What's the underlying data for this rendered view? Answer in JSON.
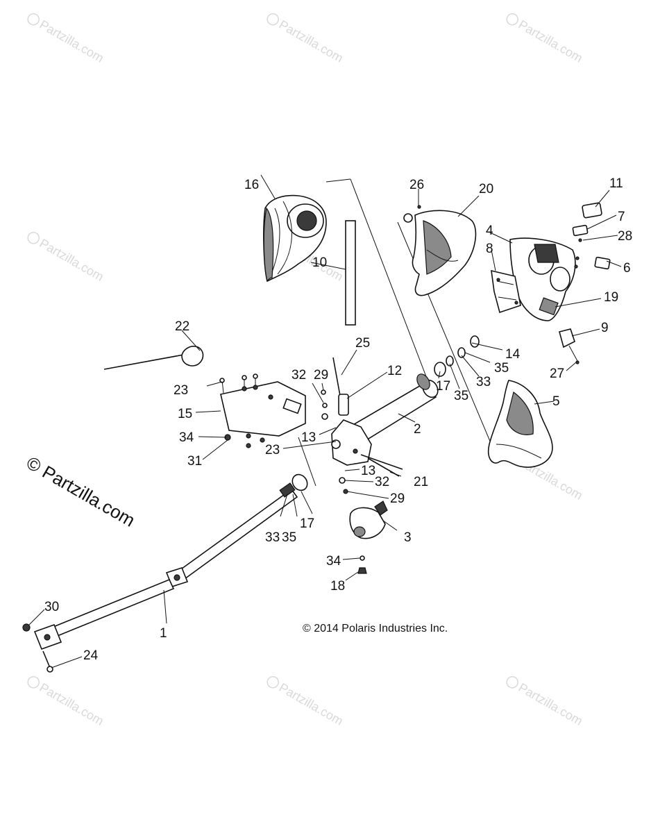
{
  "watermark": {
    "text": "© Partzilla.com",
    "small_text": "Partzilla.com",
    "large_text": "© Partzilla.com"
  },
  "copyright": "© 2014 Polaris Industries Inc.",
  "callouts": [
    "1",
    "2",
    "3",
    "4",
    "5",
    "6",
    "7",
    "8",
    "9",
    "10",
    "11",
    "12",
    "13",
    "13",
    "14",
    "15",
    "16",
    "17",
    "17",
    "18",
    "19",
    "20",
    "21",
    "22",
    "23",
    "23",
    "24",
    "25",
    "26",
    "27",
    "28",
    "29",
    "29",
    "30",
    "31",
    "32",
    "32",
    "33",
    "33",
    "34",
    "34",
    "35",
    "35",
    "35"
  ]
}
